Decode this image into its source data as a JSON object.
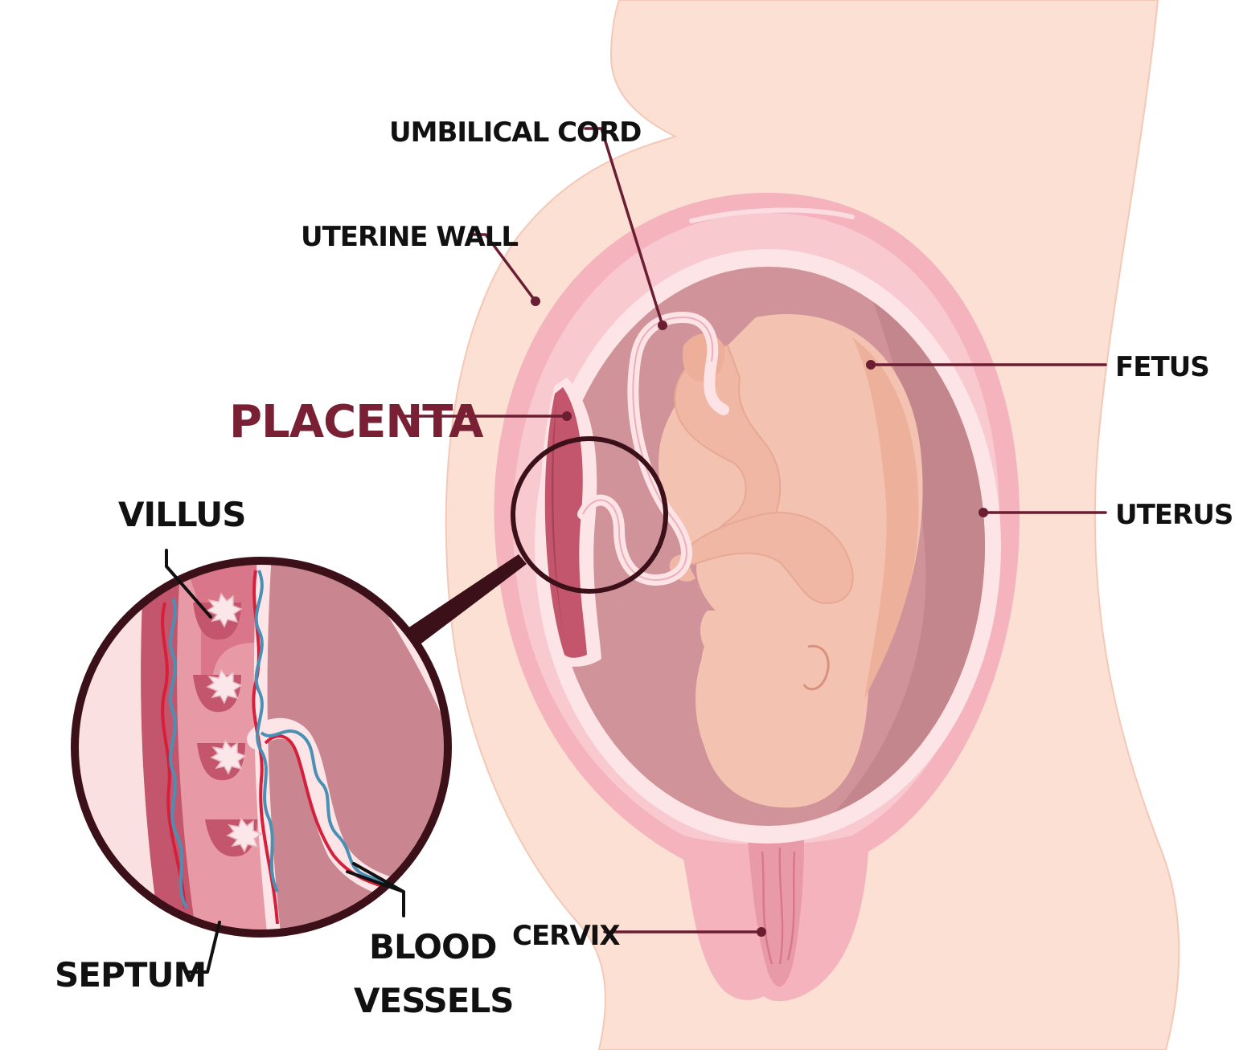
{
  "labels": {
    "umbilical_cord": "UMBILICAL CORD",
    "uterine_wall": "UTERINE WALL",
    "placenta": "PLACENTA",
    "fetus": "FETUS",
    "uterus": "UTERUS",
    "villus": "VILLUS",
    "cervix": "CERVIX",
    "septum": "SEPTUM",
    "blood_vessels_line1": "BLOOD",
    "blood_vessels_line2": "VESSELS"
  },
  "colors": {
    "leader": "#6b1e32",
    "highlight": "#7a2035",
    "label_text": "#111111",
    "skin": "#fbe0d3",
    "uterus_outer": "#f4b3bd",
    "uterus_inner": "#f8c9cf",
    "amniotic": "#cf9399",
    "placenta": "#c3566c",
    "fetus": "#f3c2b0",
    "cord": "#fde3e6",
    "vessel_red": "#d6203b",
    "vessel_blue": "#4a90b5",
    "zoom_ring": "#3b1018"
  }
}
